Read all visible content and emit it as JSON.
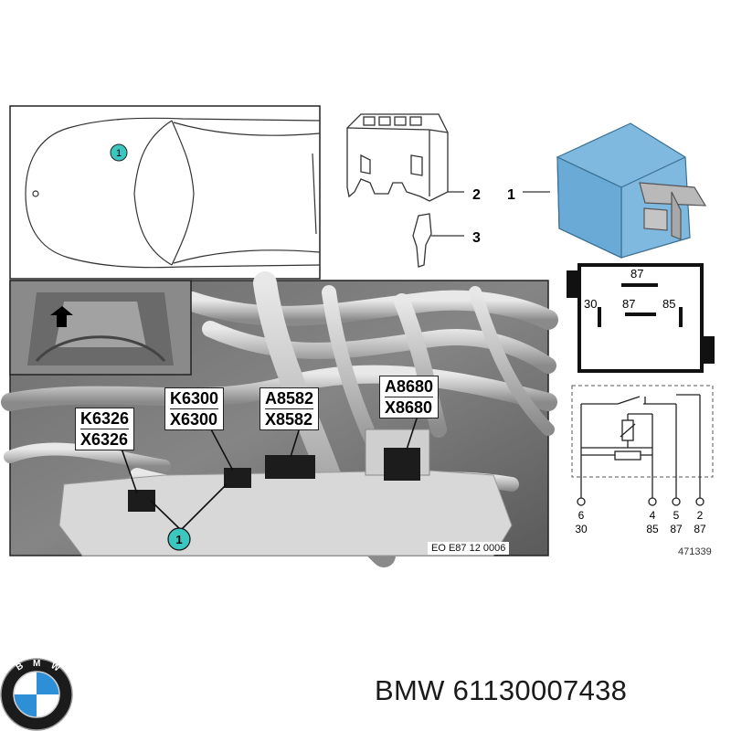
{
  "callouts": {
    "location_marker": "1",
    "part_1": "1",
    "part_2": "2",
    "part_3": "3",
    "photo_marker": "1"
  },
  "connectors": [
    {
      "id": "K6326",
      "connector": "X6326"
    },
    {
      "id": "K6300",
      "connector": "X6300"
    },
    {
      "id": "A8582",
      "connector": "X8582"
    },
    {
      "id": "A8680",
      "connector": "X8680"
    }
  ],
  "photo_code": "EO E87 12 0006",
  "relay_face": {
    "top_pin": "87",
    "left_pin": "30",
    "center_pin": "87",
    "right_pin": "85"
  },
  "schematic": {
    "pins": [
      {
        "number": "6",
        "terminal": "30"
      },
      {
        "number": "4",
        "terminal": "85"
      },
      {
        "number": "5",
        "terminal": "87"
      },
      {
        "number": "2",
        "terminal": "87"
      }
    ]
  },
  "figure_number": "471339",
  "brand": {
    "logo_letters": "BMW",
    "caption": "BMW 61130007438"
  },
  "colors": {
    "relay_blue": "#7fb9e0",
    "callout_teal": "#3cc6c0",
    "line": "#222222"
  }
}
